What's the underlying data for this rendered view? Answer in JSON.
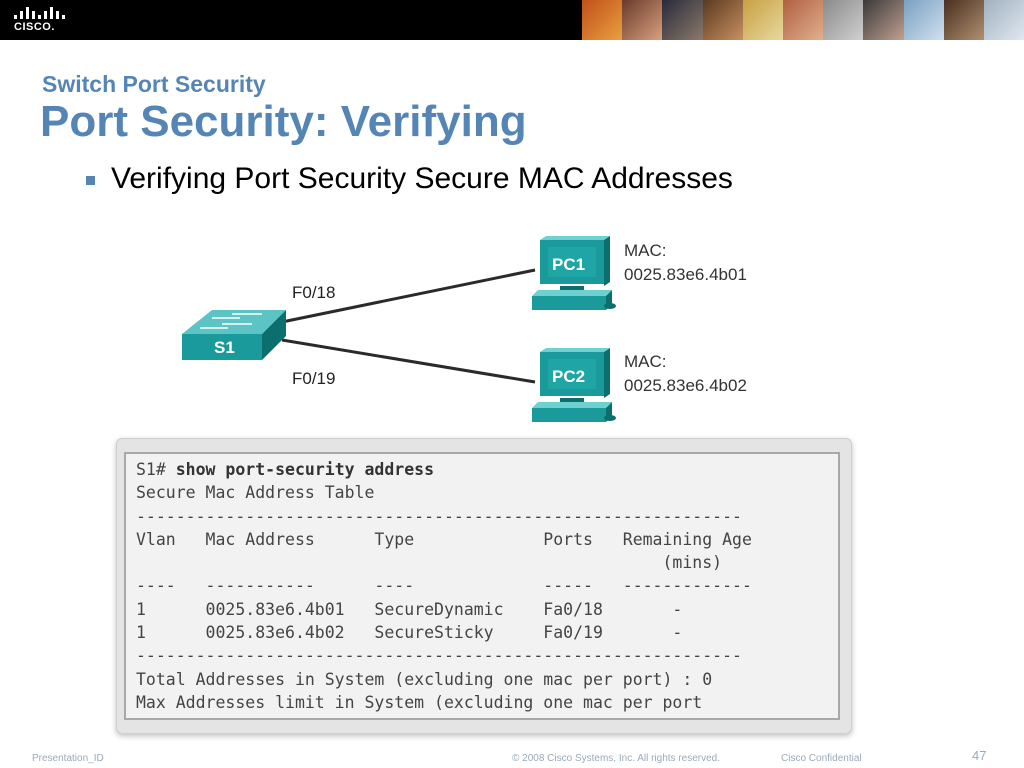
{
  "header": {
    "logo_text": "CISCO."
  },
  "slide": {
    "subtitle": "Switch Port Security",
    "title": "Port Security: Verifying",
    "bullet": "Verifying Port Security Secure MAC Addresses"
  },
  "diagram": {
    "switch_label": "S1",
    "port_top": "F0/18",
    "port_bottom": "F0/19",
    "pc1": {
      "label": "PC1",
      "mac_title": "MAC:",
      "mac": "0025.83e6.4b01"
    },
    "pc2": {
      "label": "PC2",
      "mac_title": "MAC:",
      "mac": "0025.83e6.4b02"
    },
    "colors": {
      "device": "#1a9a9a",
      "device_dark": "#0d6e6e",
      "link": "#2a2a2a"
    }
  },
  "terminal": {
    "prompt": "S1# ",
    "command": "show port-security address",
    "lines": [
      "Secure Mac Address Table",
      "-------------------------------------------------------------",
      "Vlan   Mac Address      Type             Ports   Remaining Age",
      "                                                     (mins)",
      "----   -----------      ----             -----   -------------",
      "1      0025.83e6.4b01   SecureDynamic    Fa0/18       -",
      "1      0025.83e6.4b02   SecureSticky     Fa0/19       -",
      "-------------------------------------------------------------",
      "Total Addresses in System (excluding one mac per port) : 0",
      "Max Addresses limit in System (excluding one mac per port"
    ]
  },
  "footer": {
    "presentation_id": "Presentation_ID",
    "copyright": "© 2008 Cisco Systems, Inc. All rights reserved.",
    "confidential": "Cisco Confidential",
    "page_number": "47"
  }
}
